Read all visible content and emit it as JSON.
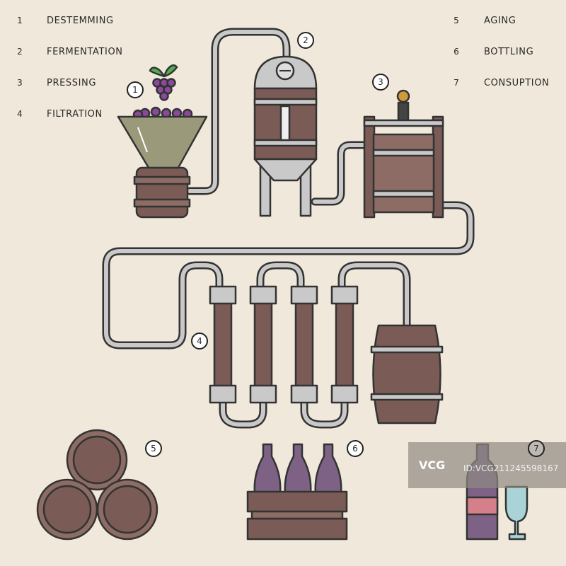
{
  "legend": [
    {
      "number": "1",
      "label": "DESTEMMING"
    },
    {
      "number": "2",
      "label": "FERMENTATION"
    },
    {
      "number": "3",
      "label": "PRESSING"
    },
    {
      "number": "4",
      "label": "FILTRATION"
    },
    {
      "number": "5",
      "label": "AGING"
    },
    {
      "number": "6",
      "label": "BOTTLING"
    },
    {
      "number": "7",
      "label": "CONSUPTION"
    }
  ],
  "markers": [
    "1",
    "2",
    "3",
    "4",
    "5",
    "6",
    "7"
  ],
  "watermark": {
    "logo": "VCG",
    "id": "ID:VCG211245598167"
  },
  "colors": {
    "background": "#f0e8da",
    "wood": "#7a5b55",
    "pipe": "#c9c9c9",
    "grape": "#8a4a9a",
    "wine_bottle": "#7d6285",
    "label": "#d57f8a",
    "glass": "#a9d3d6",
    "hopper": "#9a9a7a"
  }
}
